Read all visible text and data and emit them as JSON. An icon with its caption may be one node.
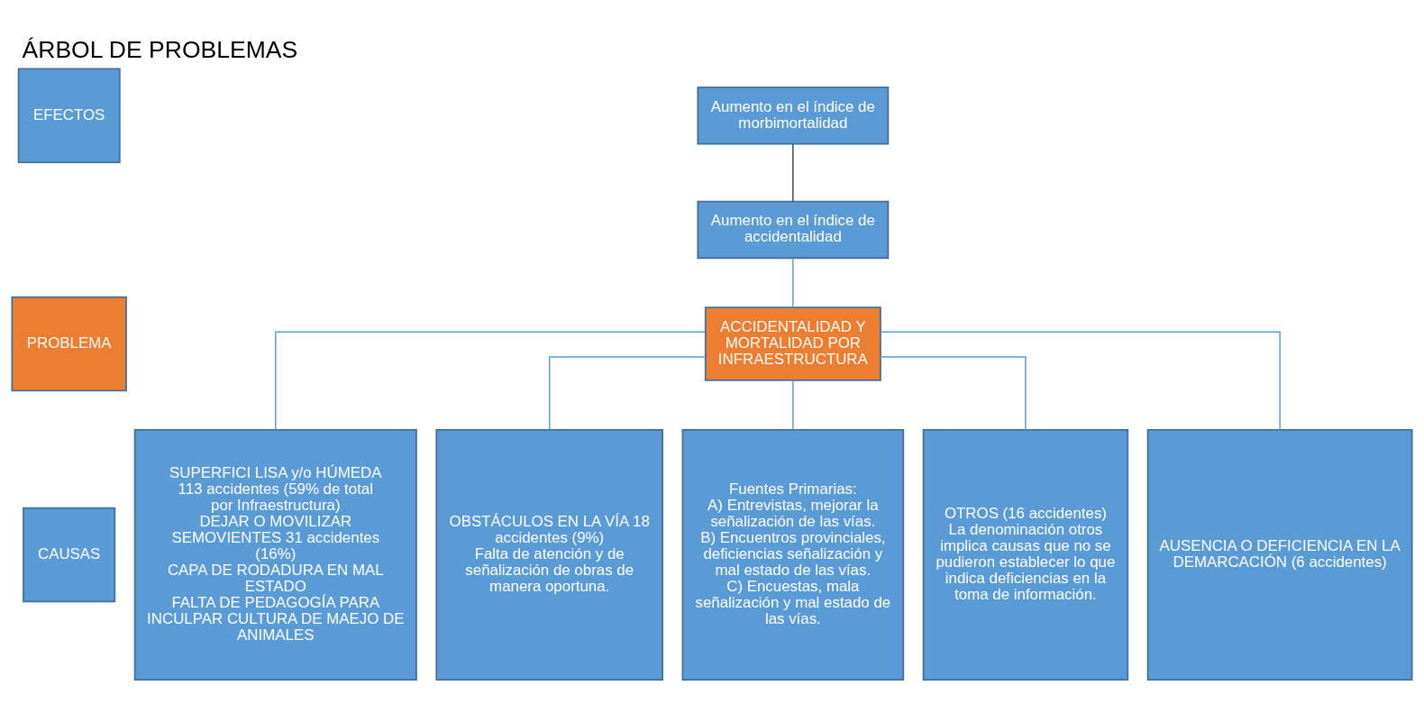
{
  "diagram": {
    "title": "ÁRBOL DE PROBLEMAS",
    "nodes": [
      {
        "text": [
          "EFECTOS"
        ]
      },
      {
        "text": [
          "PROBLEMA"
        ]
      },
      {
        "text": [
          "CAUSAS"
        ]
      },
      {
        "text": [
          "Aumento en el índice de morbimortalidad"
        ]
      },
      {
        "text": [
          "Aumento en el índice de accidentalidad"
        ]
      },
      {
        "text": [
          "ACCIDENTALIDAD Y MORTALIDAD POR INFRAESTRUCTURA"
        ]
      },
      {
        "text": [
          "SUPERFICI LISA y/o HÚMEDA 113 accidentes (59% de total por Infraestructura)",
          "DEJAR O MOVILIZAR SEMOVIENTES 31 accidentes (16%)",
          "CAPA DE RODADURA EN MAL ESTADO",
          "FALTA DE PEDAGOGÍA PARA INCULPAR CULTURA DE MAEJO DE ANIMALES"
        ]
      },
      {
        "text": [
          "OBSTÁCULOS EN LA VÍA 18 accidentes (9%)",
          "Falta de atención y de señalización de obras de manera oportuna."
        ]
      },
      {
        "text": [
          "Fuentes Primarias:",
          "A) Entrevistas, mejorar la señalización de las vías.",
          "B) Encuentros provinciales, deficiencias señalización y mal estado de las vías.",
          "C) Encuestas, mala señalización y mal estado de las vías."
        ]
      },
      {
        "text": [
          "OTROS (16 accidentes)",
          "La denominación otros implica causas que no se pudieron establecer lo que indica deficiencias en la toma de información."
        ]
      },
      {
        "text": [
          "AUSENCIA O DEFICIENCIA EN LA DEMARCACIÓN (6 accidentes)"
        ]
      }
    ],
    "edges": [
      {
        "from": 3,
        "to": 4,
        "arrow": "none",
        "color": "#404040"
      },
      {
        "from": 4,
        "to": 5,
        "arrow": "none"
      },
      {
        "from": 5,
        "to": 6,
        "arrow": "none"
      },
      {
        "from": 5,
        "to": 7,
        "arrow": "none"
      },
      {
        "from": 5,
        "to": 8,
        "arrow": "none"
      },
      {
        "from": 5,
        "to": 9,
        "arrow": "none"
      },
      {
        "from": 5,
        "to": 10,
        "arrow": "none"
      }
    ]
  }
}
